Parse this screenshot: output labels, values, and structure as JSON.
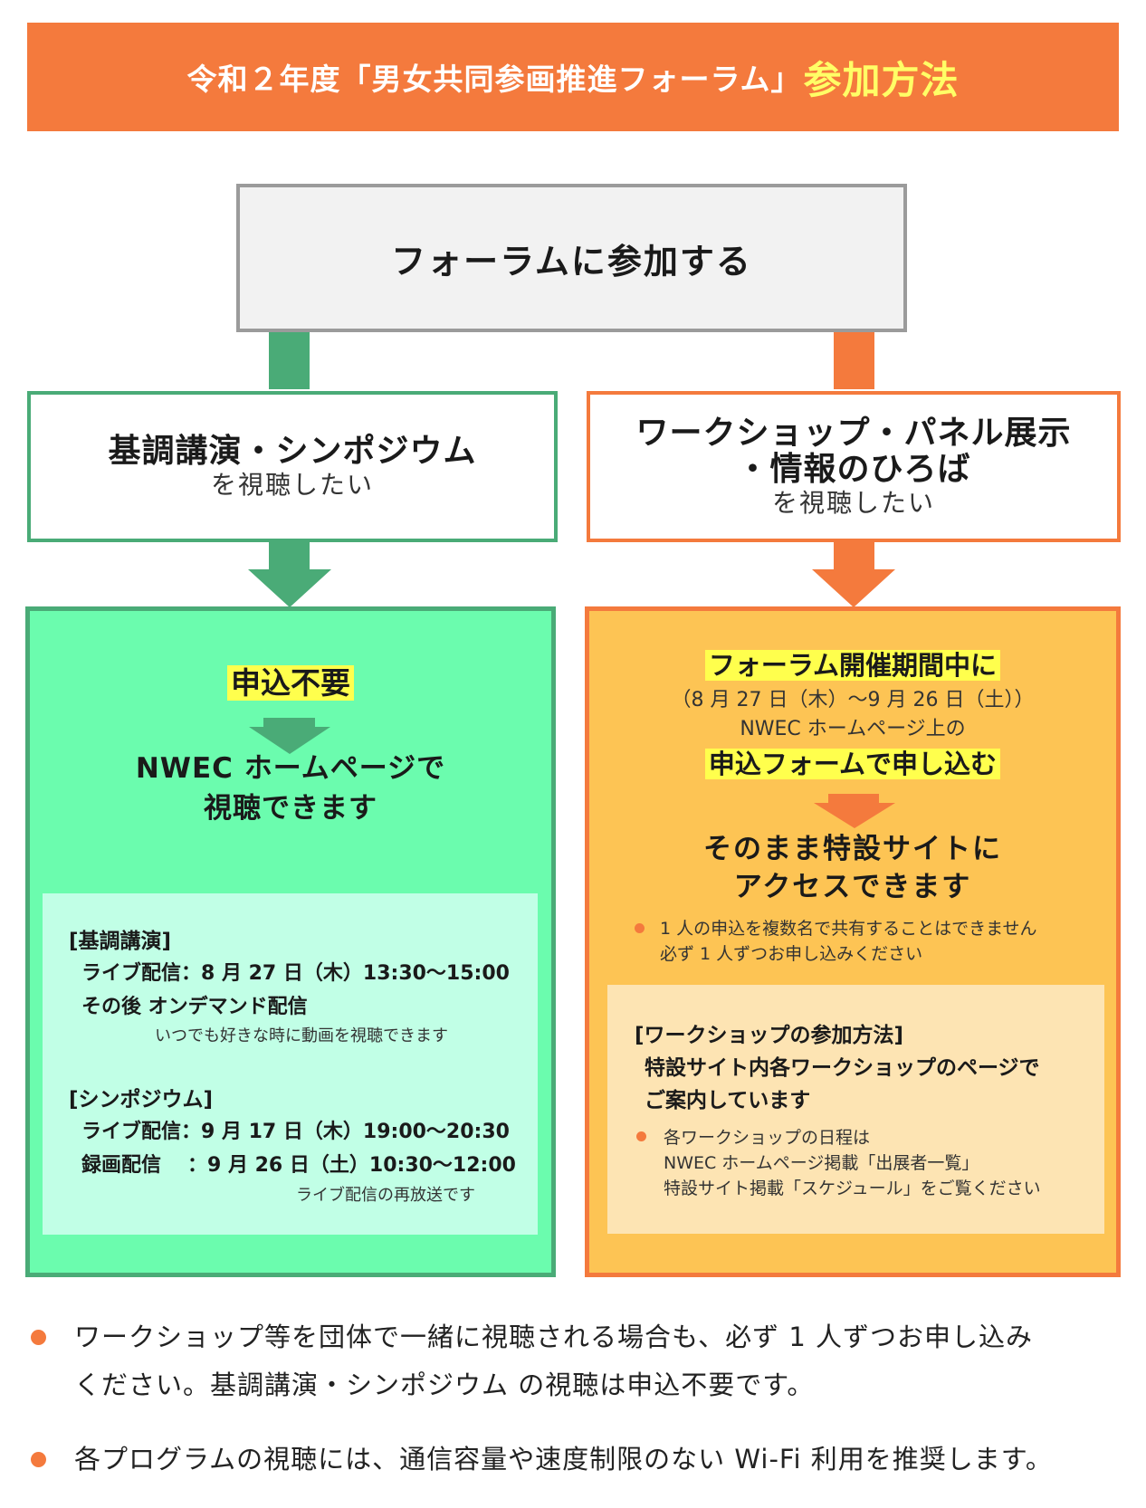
{
  "header": {
    "title_prefix": "令和２年度「男女共同参画推進フォーラム」",
    "title_highlight": "参加方法"
  },
  "top_box": {
    "label": "フォーラムに参加する"
  },
  "left_path": {
    "box_title": "基調講演・シンポジウム",
    "box_sub": "を視聴したい",
    "highlight": "申込不要",
    "result_line1": "NWEC ホームページで",
    "result_line2": "視聴できます",
    "schedule": {
      "keynote_heading": "[基調講演]",
      "keynote_live": "ライブ配信：8 月 27 日（木）13:30〜15:00",
      "keynote_after": "その後 オンデマンド配信",
      "keynote_note": "いつでも好きな時に動画を視聴できます",
      "symposium_heading": "[シンポジウム]",
      "symposium_live": "ライブ配信：9 月 17 日（木）19:00〜20:30",
      "symposium_rec_label": "録画配信",
      "symposium_rec_value": "：9 月 26 日（土）10:30〜12:00",
      "symposium_note": "ライブ配信の再放送です"
    }
  },
  "right_path": {
    "box_title_line1": "ワークショップ・パネル展示",
    "box_title_line2": "・情報のひろば",
    "box_sub": "を視聴したい",
    "highlight1": "フォーラム開催期間中に",
    "period": "（8 月 27 日（木）〜9 月 26 日（土））",
    "site": "NWEC ホームページ上の",
    "highlight2": "申込フォームで申し込む",
    "result_line1": "そのまま特設サイトに",
    "result_line2": "アクセスできます",
    "note_line1": "1 人の申込を複数名で共有することはできません",
    "note_line2": "必ず 1 人ずつお申し込みください",
    "workshop": {
      "heading": "[ワークショップの参加方法]",
      "line1": "特設サイト内各ワークショップのページで",
      "line2": "ご案内しています",
      "note_line1": "各ワークショップの日程は",
      "note_line2": "NWEC ホームページ掲載「出展者一覧」",
      "note_line3": "特設サイト掲載「スケジュール」をご覧ください"
    }
  },
  "footer": {
    "item1_line1": "ワークショップ等を団体で一緒に視聴される場合も、必ず 1 人ずつお申し込み",
    "item1_line2": "ください。基調講演・シンポジウム  の視聴は申込不要です。",
    "item2": "各プログラムの視聴には、通信容量や速度制限のない Wi-Fi 利用を推奨します。"
  },
  "colors": {
    "orange": "#f47a3d",
    "green": "#4aab77",
    "light_green": "#6bfcae",
    "pale_green": "#c1ffe6",
    "amber": "#fdc454",
    "pale_amber": "#fde4b3",
    "highlight_yellow": "#ffff4d"
  }
}
